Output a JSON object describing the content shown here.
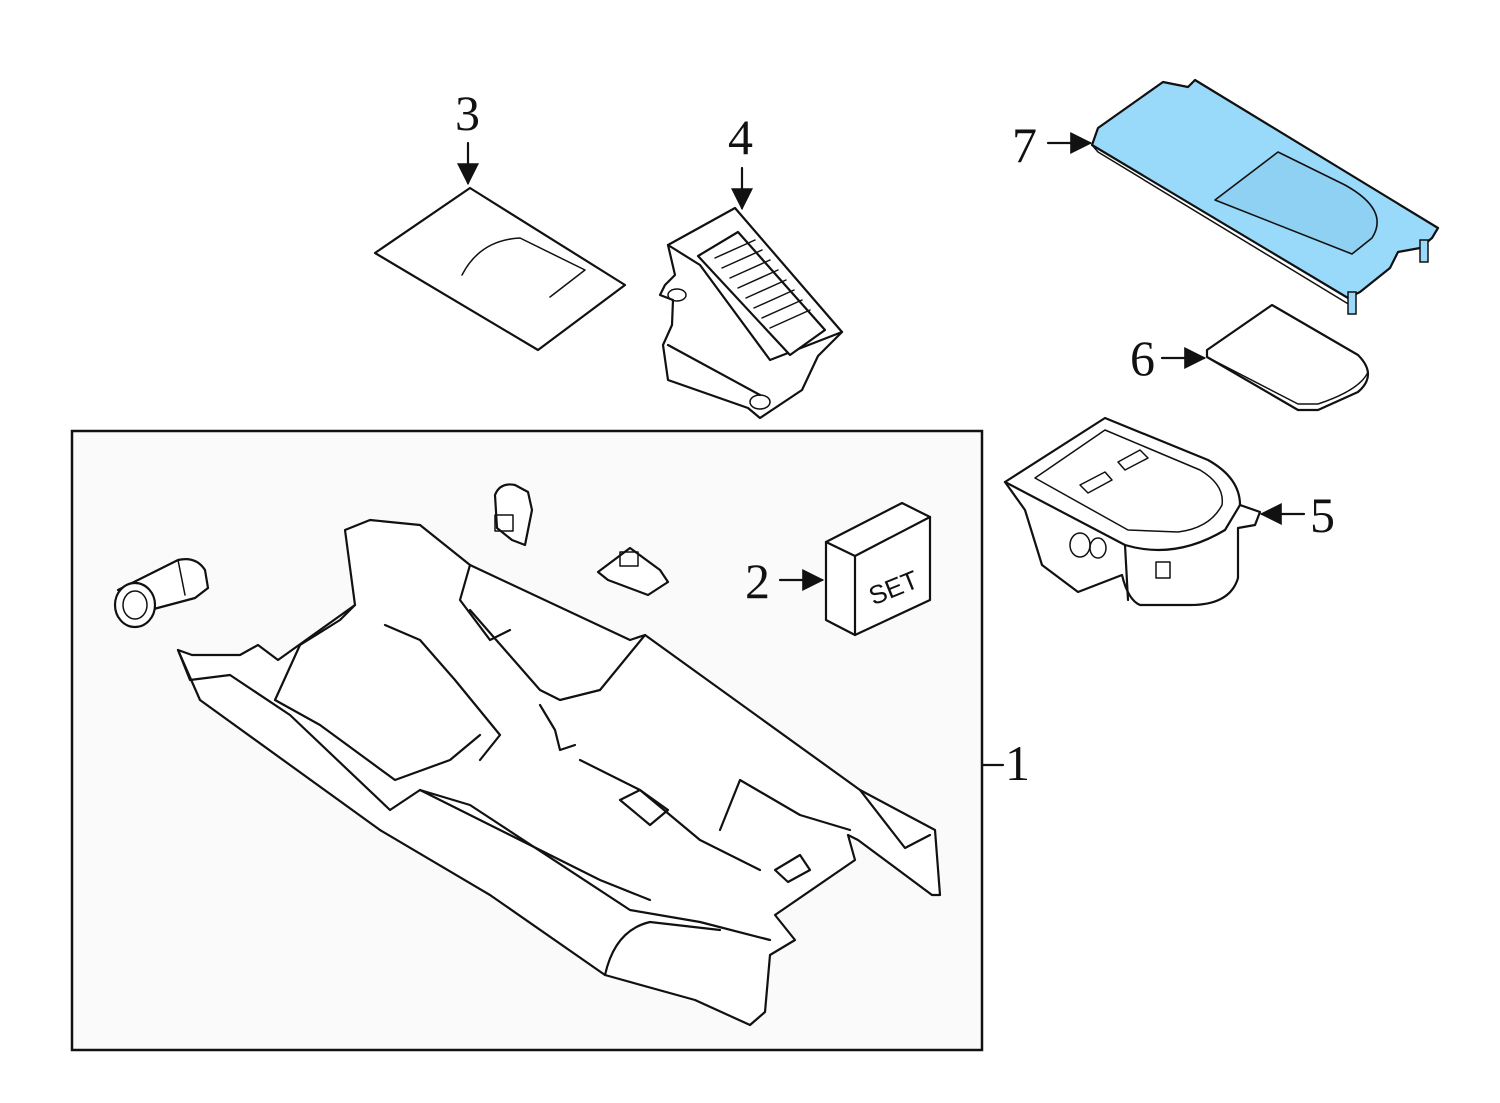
{
  "callouts": {
    "c1": "1",
    "c2": "2",
    "c3": "3",
    "c4": "4",
    "c5": "5",
    "c6": "6",
    "c7": "7"
  },
  "parts": {
    "set_label": "SET"
  },
  "colors": {
    "highlight": "#99dafa",
    "line": "#111111",
    "background": "#ffffff",
    "assembly_box": "#fafafa"
  }
}
